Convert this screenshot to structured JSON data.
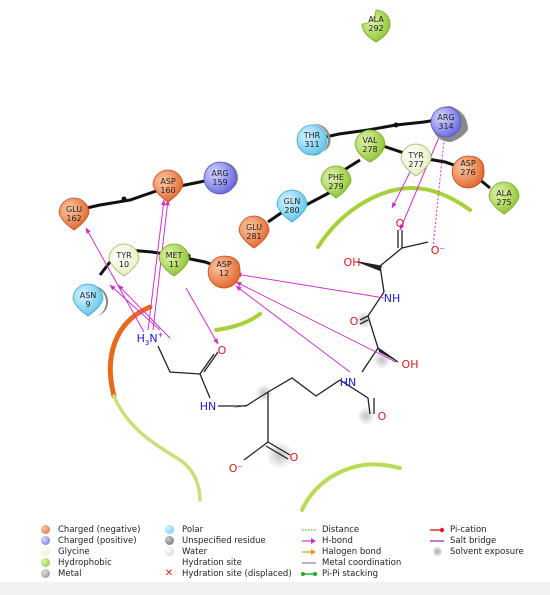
{
  "colors": {
    "charged_negative": "#e8753e",
    "charged_positive": "#7c7cf0",
    "glycine": "#f4f8dc",
    "hydrophobic": "#9fd23c",
    "metal": "#a0a0a0",
    "polar": "#7fd3f0",
    "unspecified": "#808080",
    "water": "#d8d8d8",
    "hbond": "#cc33cc",
    "pocket_line": "#a8d03a",
    "pocket_accent": "#e86a1c"
  },
  "residues": [
    {
      "id": "ala292",
      "name": "ALA",
      "num": "292",
      "type": "hydrophobic"
    },
    {
      "id": "arg314",
      "name": "ARG",
      "num": "314",
      "type": "charged_positive"
    },
    {
      "id": "thr311",
      "name": "THR",
      "num": "311",
      "type": "polar"
    },
    {
      "id": "val278",
      "name": "VAL",
      "num": "278",
      "type": "hydrophobic"
    },
    {
      "id": "tyr277",
      "name": "TYR",
      "num": "277",
      "type": "glycine"
    },
    {
      "id": "asp276",
      "name": "ASP",
      "num": "276",
      "type": "charged_negative"
    },
    {
      "id": "ala275",
      "name": "ALA",
      "num": "275",
      "type": "hydrophobic"
    },
    {
      "id": "phe279",
      "name": "PHE",
      "num": "279",
      "type": "hydrophobic"
    },
    {
      "id": "gln280",
      "name": "GLN",
      "num": "280",
      "type": "polar"
    },
    {
      "id": "glu281",
      "name": "GLU",
      "num": "281",
      "type": "charged_negative"
    },
    {
      "id": "asp160",
      "name": "ASP",
      "num": "160",
      "type": "charged_negative"
    },
    {
      "id": "arg159",
      "name": "ARG",
      "num": "159",
      "type": "charged_positive"
    },
    {
      "id": "glu162",
      "name": "GLU",
      "num": "162",
      "type": "charged_negative"
    },
    {
      "id": "tyr10",
      "name": "TYR",
      "num": "10",
      "type": "glycine"
    },
    {
      "id": "met11",
      "name": "MET",
      "num": "11",
      "type": "hydrophobic"
    },
    {
      "id": "asp12",
      "name": "ASP",
      "num": "12",
      "type": "charged_negative"
    },
    {
      "id": "asn9",
      "name": "ASN",
      "num": "9",
      "type": "polar"
    }
  ],
  "atoms": {
    "oh1": "OH",
    "o_carbonyl1": "O",
    "o_minus1": "O⁻",
    "nh1": "NH",
    "o2": "O",
    "oh2": "OH",
    "hn1": "HN",
    "h3n_prefix": "H",
    "h3n_sub": "3",
    "h3n_n": "N",
    "h3n_plus": "+",
    "o3": "O",
    "hn2": "HN",
    "o4": "O",
    "o_minus2": "O⁻",
    "o5": "O"
  },
  "legend": {
    "col1": [
      {
        "label": "Charged (negative)",
        "swatch": "charged_negative",
        "icon": "dot"
      },
      {
        "label": "Charged (positive)",
        "swatch": "charged_positive",
        "icon": "dot"
      },
      {
        "label": "Glycine",
        "swatch": "glycine",
        "icon": "dot"
      },
      {
        "label": "Hydrophobic",
        "swatch": "hydrophobic",
        "icon": "dot"
      },
      {
        "label": "Metal",
        "swatch": "metal",
        "icon": "dot"
      }
    ],
    "col2": [
      {
        "label": "Polar",
        "swatch": "polar",
        "icon": "dot"
      },
      {
        "label": "Unspecified residue",
        "swatch": "unspecified",
        "icon": "dot"
      },
      {
        "label": "Water",
        "swatch": "water",
        "icon": "dot"
      },
      {
        "label": "Hydration site",
        "icon": "none"
      },
      {
        "label": "Hydration site (displaced)",
        "icon": "cross"
      }
    ],
    "col3": [
      {
        "label": "Distance",
        "icon": "dotted-line"
      },
      {
        "label": "H-bond",
        "icon": "arrow-magenta"
      },
      {
        "label": "Halogen bond",
        "icon": "arrow-orange"
      },
      {
        "label": "Metal coordination",
        "icon": "line-gray"
      },
      {
        "label": "Pi-Pi stacking",
        "icon": "line-green-dots"
      }
    ],
    "col4": [
      {
        "label": "Pi-cation",
        "icon": "line-red-dot"
      },
      {
        "label": "Salt bridge",
        "icon": "line-purple"
      },
      {
        "label": "Solvent exposure",
        "icon": "solvent"
      }
    ]
  }
}
